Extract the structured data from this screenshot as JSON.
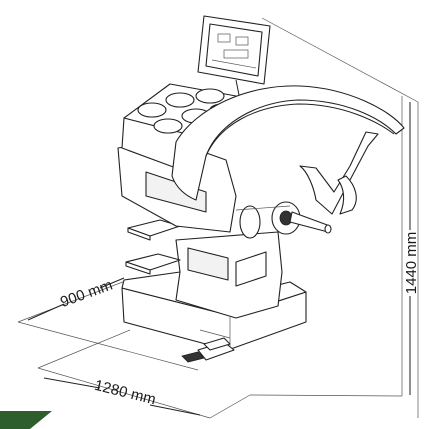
{
  "dimensions": {
    "depth": "900 mm",
    "width": "1280 mm",
    "height": "1440 mm"
  },
  "colors": {
    "corner_accent": "#2e5e2e",
    "line": "#222222"
  },
  "icons": {
    "machine": "wheel-balancer-drawing"
  }
}
